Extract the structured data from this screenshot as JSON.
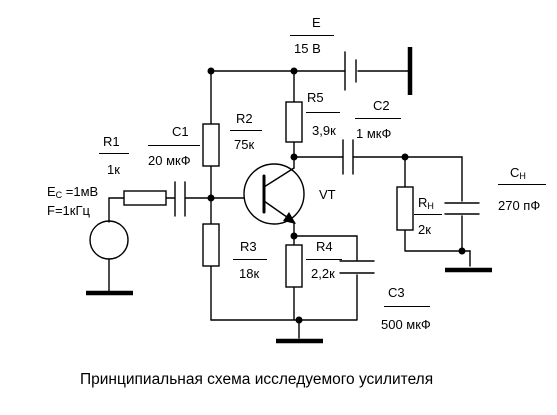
{
  "supply": {
    "name": "E",
    "value": "15 В"
  },
  "source": {
    "line1": "E",
    "line1_sub": "C",
    "line1_rest": " =1мВ",
    "line2": "F=1кГц"
  },
  "components": {
    "R1": {
      "name": "R1",
      "value": "1к"
    },
    "C1": {
      "name": "C1",
      "value": "20 мкФ"
    },
    "R2": {
      "name": "R2",
      "value": "75к"
    },
    "R3": {
      "name": "R3",
      "value": "18к"
    },
    "R4": {
      "name": "R4",
      "value": "2,2к"
    },
    "R5": {
      "name": "R5",
      "value": "3,9к"
    },
    "C2": {
      "name": "C2",
      "value": "1 мкФ"
    },
    "C3": {
      "name": "C3",
      "value": "500 мкФ"
    },
    "Rn": {
      "name": "R",
      "sub": "Н",
      "value": "2к"
    },
    "Cn": {
      "name": "C",
      "sub": "Н",
      "value": "270 пФ"
    },
    "VT": {
      "name": "VT"
    }
  },
  "caption": "Принципиальная схема исследуемого усилителя"
}
